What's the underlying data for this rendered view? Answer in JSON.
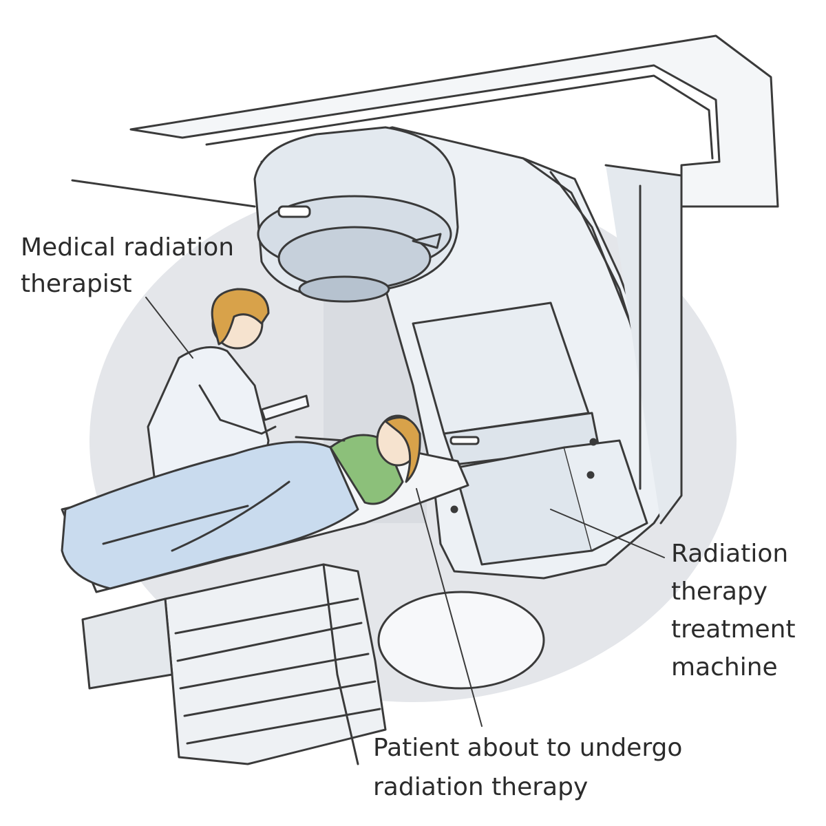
{
  "labels": {
    "therapist": {
      "line1": "Medical radiation",
      "line2": "therapist"
    },
    "machine": {
      "line1": "Radiation",
      "line2": "therapy",
      "line3": "treatment",
      "line4": "machine"
    },
    "patient": {
      "line1": "Patient about to undergo",
      "line2": "radiation therapy"
    }
  },
  "colors": {
    "outline": "#3a3a3a",
    "background_oval": "#e4e6ea",
    "machine_fill": "#edf1f5",
    "machine_shade": "#cfd8e3",
    "sheet_fill": "#c9dbee",
    "hair": "#d8a24a",
    "patient_gown": "#8cc07a",
    "label_text": "#2b2b2b"
  }
}
